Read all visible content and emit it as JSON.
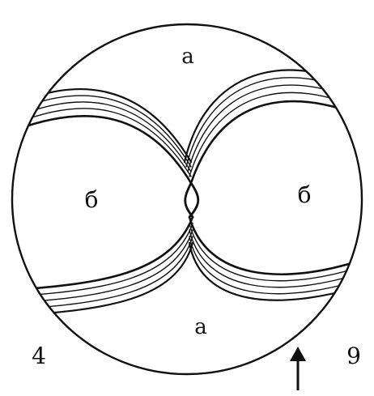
{
  "diagram": {
    "region_labels": {
      "top": "а",
      "bottom": "а",
      "left": "б",
      "right": "б"
    },
    "corner_labels": {
      "left": "4",
      "right": "9"
    },
    "arrow": "up-arrow",
    "colors": {
      "ink": "#111111",
      "background": "#ffffff"
    }
  }
}
